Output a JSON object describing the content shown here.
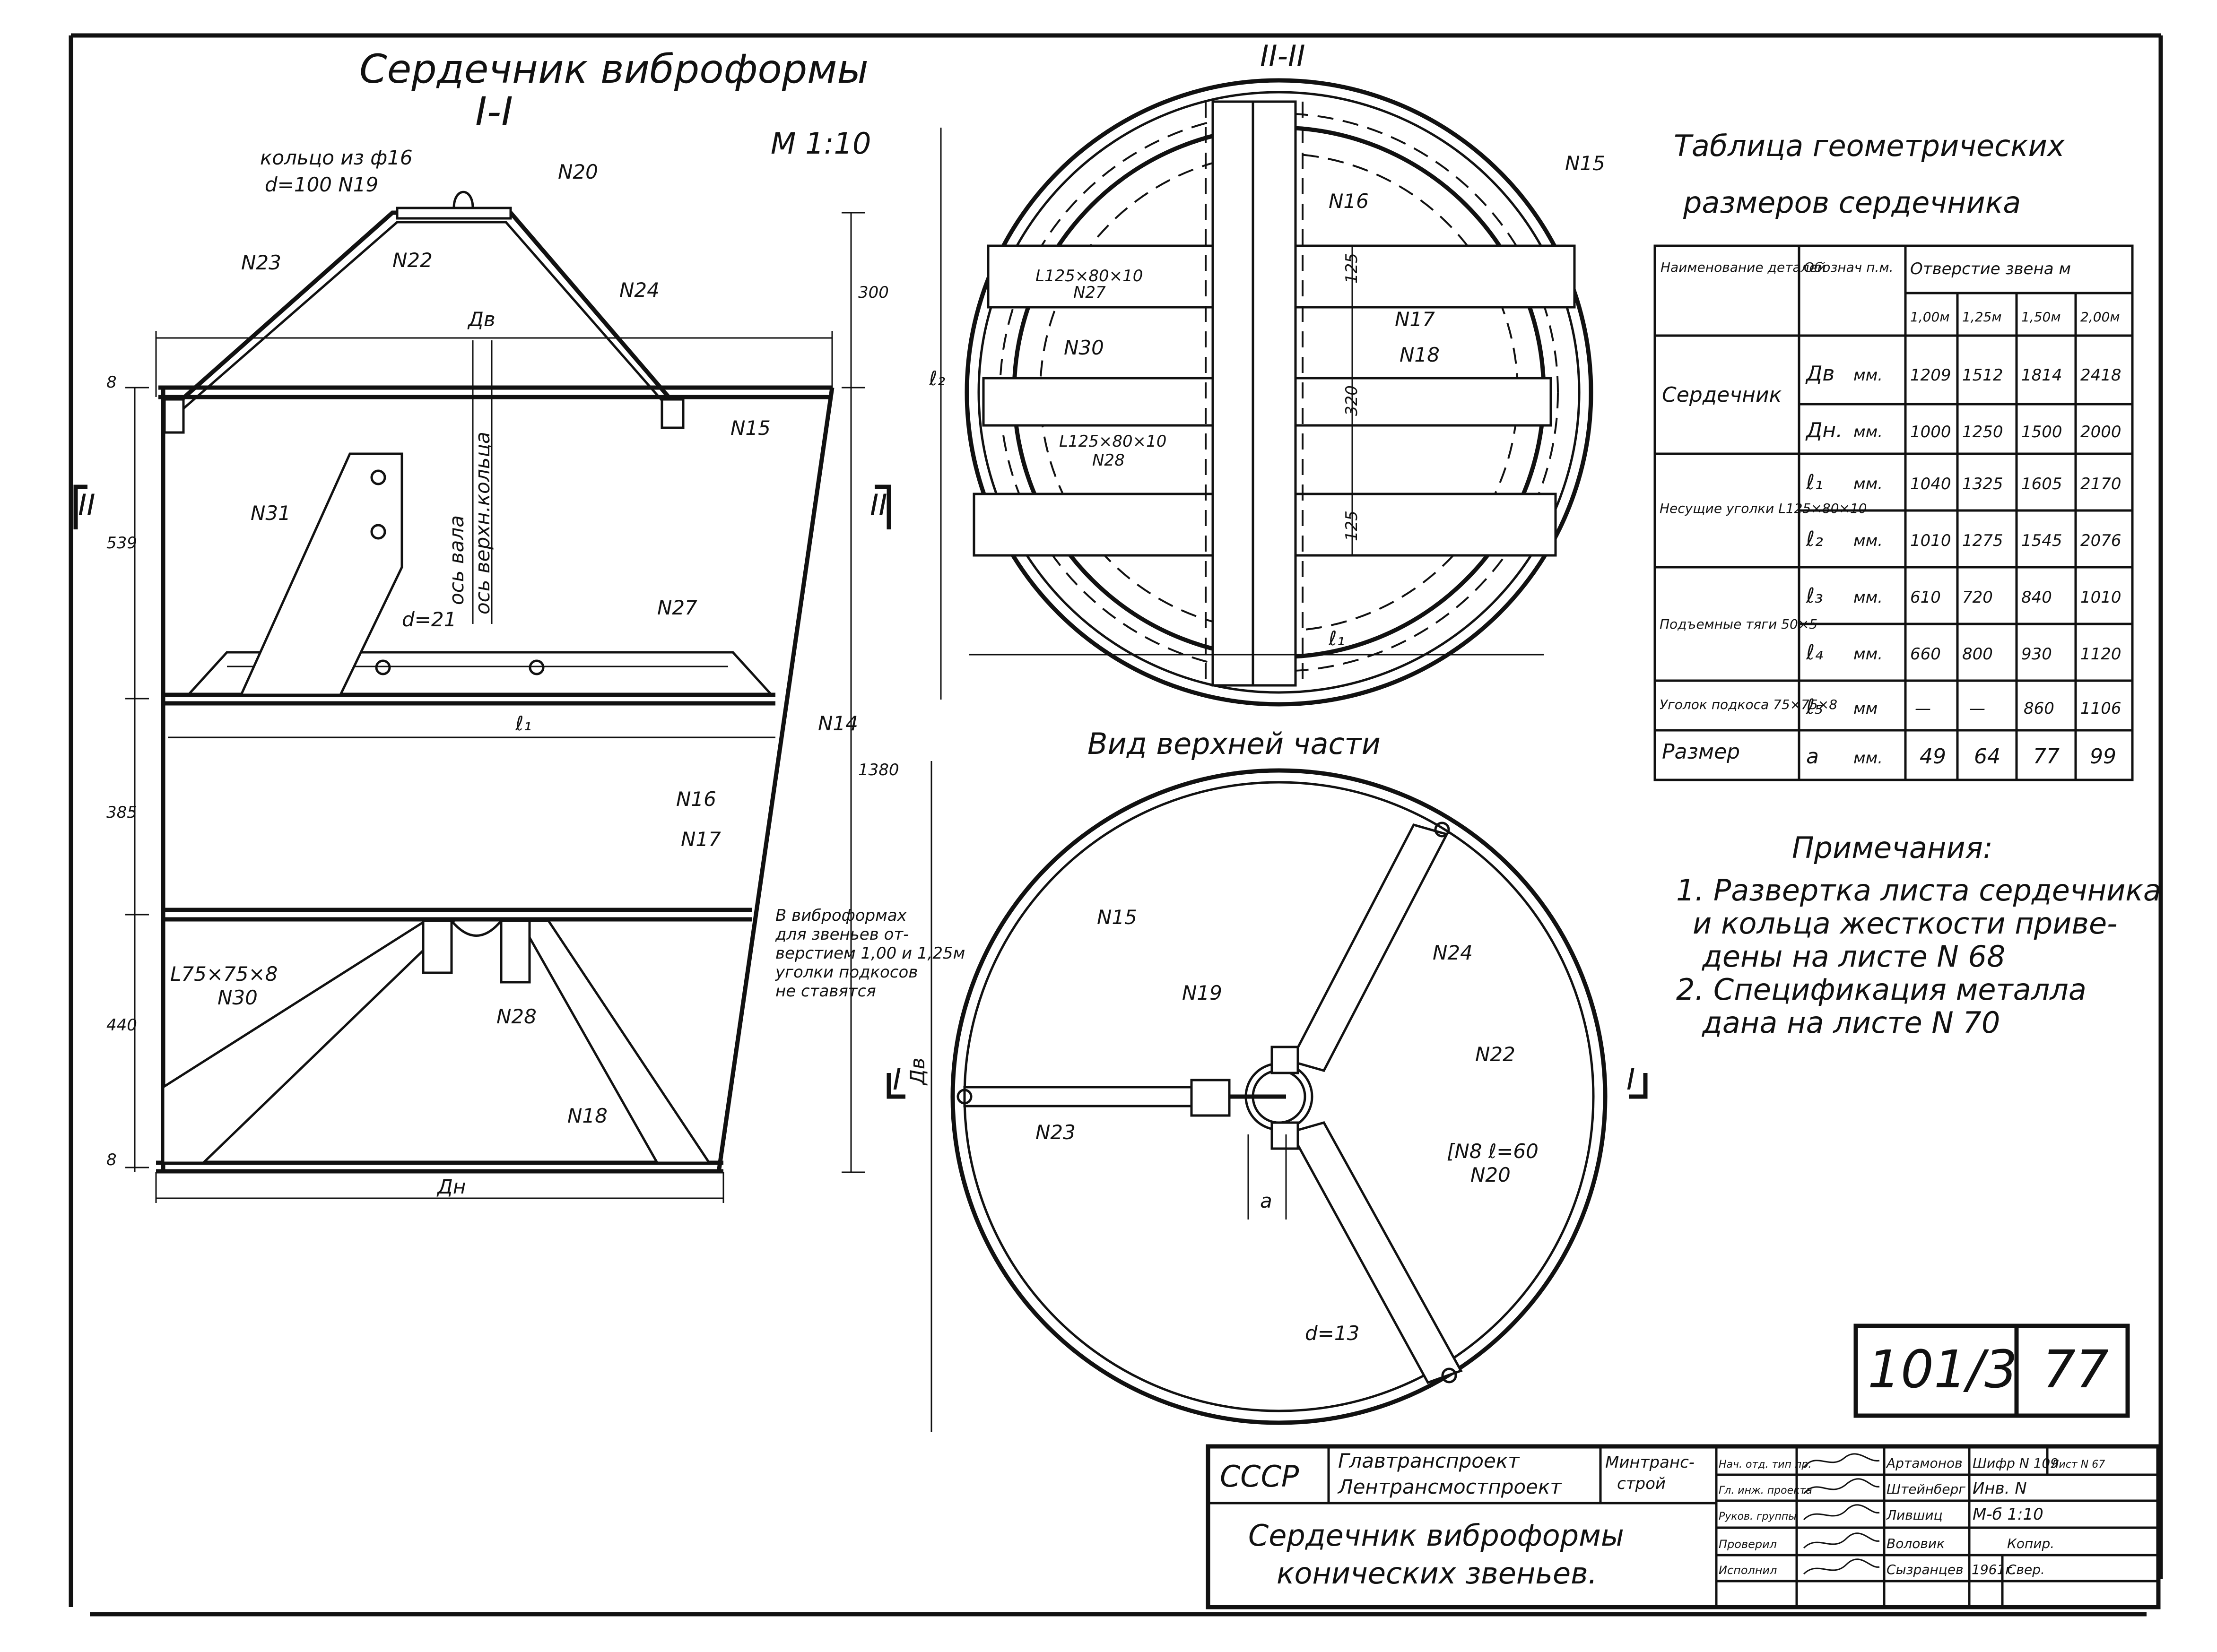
{
  "titles": {
    "main": "Сердечник виброформы",
    "section_1": "I-I",
    "section_2": "II-II",
    "scale": "М 1:10",
    "top_view": "Вид верхней части",
    "table_title_1": "Таблица геометрических",
    "table_title_2": "размеров сердечника"
  },
  "section_marks": {
    "I": "I",
    "II": "II"
  },
  "labels": {
    "ring": "кольцо из ф16",
    "ring_d": "d=100 N19",
    "n20": "N20",
    "n22": "N22",
    "n23": "N23",
    "n24": "N24",
    "dv": "Дв",
    "n15": "N15",
    "n31": "N31",
    "axis_shaft": "ось вала",
    "axis_ring": "ось верхн.кольца",
    "d21": "d=21",
    "n27": "N27",
    "l1": "ℓ₁",
    "n14": "N14",
    "n16": "N16",
    "n17": "N17",
    "angle_75": "L75×75×8",
    "n30": "N30",
    "n28": "N28",
    "n18": "N18",
    "dn": "Дн",
    "note_b1": "В виброформах",
    "note_b2": "для звеньев от-",
    "note_b3": "верстием 1,00 и 1,25м",
    "note_b4": "уголки подкосов",
    "note_b5": "не ставятся",
    "angle_125_27": "L125×80×10",
    "n27b": "N27",
    "angle_125_28": "L125×80×10",
    "n28b": "N28",
    "n30b": "N30",
    "n16b": "N16",
    "n17b": "N17",
    "n18b": "N18",
    "n15b": "N15",
    "l2": "ℓ₂",
    "l1b": "ℓ₁",
    "n15c": "N15",
    "n24b": "N24",
    "n19": "N19",
    "n22b": "N22",
    "n23b": "N23",
    "ch8": "[N8 ℓ=60",
    "n20b": "N20",
    "a": "a",
    "d13": "d=13",
    "dv2": "Дв"
  },
  "dimensions": {
    "d8a": "8",
    "d300": "300",
    "d539": "539",
    "d385": "385",
    "d440": "440",
    "d8b": "8",
    "d1380": "1380",
    "d125a": "125",
    "d320": "320",
    "d125b": "125"
  },
  "table": {
    "header": {
      "name": "Наименование деталей",
      "code": "Обознач п.м.",
      "hole": "Отверстие звена м",
      "sizes": [
        "1,00м",
        "1,25м",
        "1,50м",
        "2,00м"
      ]
    },
    "groups": [
      {
        "name": "Сердечник",
        "rows": [
          {
            "sym": "Дв",
            "unit": "мм.",
            "v": [
              "1209",
              "1512",
              "1814",
              "2418"
            ]
          },
          {
            "sym": "Дн.",
            "unit": "мм.",
            "v": [
              "1000",
              "1250",
              "1500",
              "2000"
            ]
          }
        ]
      },
      {
        "name": "Несущие уголки L125×80×10",
        "rows": [
          {
            "sym": "ℓ₁",
            "unit": "мм.",
            "v": [
              "1040",
              "1325",
              "1605",
              "2170"
            ]
          },
          {
            "sym": "ℓ₂",
            "unit": "мм.",
            "v": [
              "1010",
              "1275",
              "1545",
              "2076"
            ]
          }
        ]
      },
      {
        "name": "Подъемные тяги 50×5",
        "rows": [
          {
            "sym": "ℓ₃",
            "unit": "мм.",
            "v": [
              "610",
              "720",
              "840",
              "1010"
            ]
          },
          {
            "sym": "ℓ₄",
            "unit": "мм.",
            "v": [
              "660",
              "800",
              "930",
              "1120"
            ]
          }
        ]
      },
      {
        "name": "Уголок подкоса 75×75×8",
        "rows": [
          {
            "sym": "ℓ₅",
            "unit": "мм",
            "v": [
              "—",
              "—",
              "860",
              "1106"
            ]
          }
        ]
      },
      {
        "name": "Размер",
        "rows": [
          {
            "sym": "a",
            "unit": "мм.",
            "v": [
              "49",
              "64",
              "77",
              "99"
            ]
          }
        ]
      }
    ]
  },
  "notes": {
    "title": "Примечания:",
    "line1": "1. Развертка листа сердечника",
    "line2": "и кольца жесткости приве-",
    "line3": "дены на листе N 68",
    "line4": "2. Спецификация металла",
    "line5": "дана на листе N 70"
  },
  "sheet": {
    "series": "101/3",
    "number": "77"
  },
  "title_block": {
    "org_country": "СССР",
    "org_1": "Главтранспроект",
    "org_2": "Лентрансмостпроект",
    "ministry_1": "Минтранс-",
    "ministry_2": "строй",
    "drawing_1": "Сердечник виброформы",
    "drawing_2": "конических звеньев.",
    "roles": [
      "Нач. отд. тип пр.",
      "Гл. инж. проекта",
      "Руков. группы",
      "Проверил",
      "Исполнил"
    ],
    "names": [
      "Артамонов",
      "Штейнберг",
      "Лившиц",
      "Воловик",
      "Сызранцев"
    ],
    "code_label": "Шифр N 109",
    "list_label": "Лист N 67",
    "inv_label": "Инв. N",
    "scale_val": "М-б 1:10",
    "year": "1961г.",
    "copied": "Копир.",
    "checked": "Свер."
  }
}
